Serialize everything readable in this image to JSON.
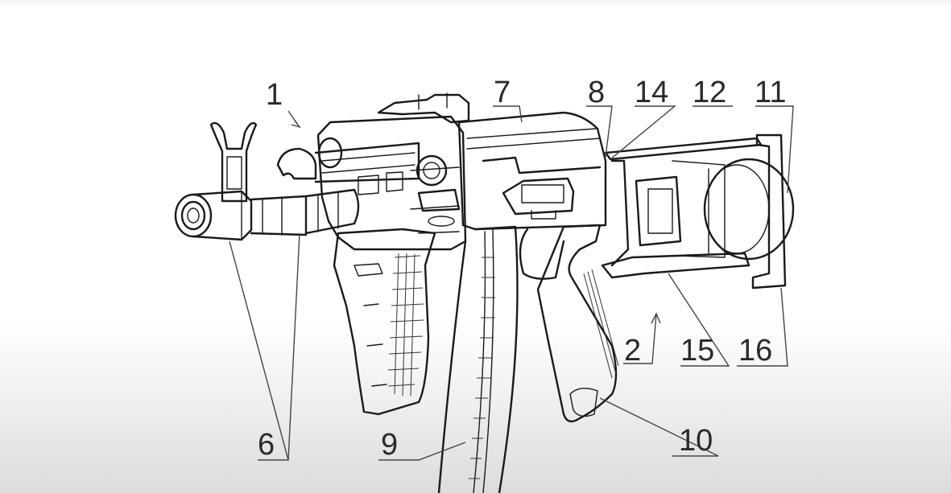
{
  "callouts": [
    {
      "id": "1",
      "label": "1"
    },
    {
      "id": "2",
      "label": "2"
    },
    {
      "id": "6",
      "label": "6"
    },
    {
      "id": "7",
      "label": "7"
    },
    {
      "id": "8",
      "label": "8"
    },
    {
      "id": "9",
      "label": "9"
    },
    {
      "id": "10",
      "label": "10"
    },
    {
      "id": "11",
      "label": "11"
    },
    {
      "id": "12",
      "label": "12"
    },
    {
      "id": "14",
      "label": "14"
    },
    {
      "id": "15",
      "label": "15"
    },
    {
      "id": "16",
      "label": "16"
    }
  ]
}
